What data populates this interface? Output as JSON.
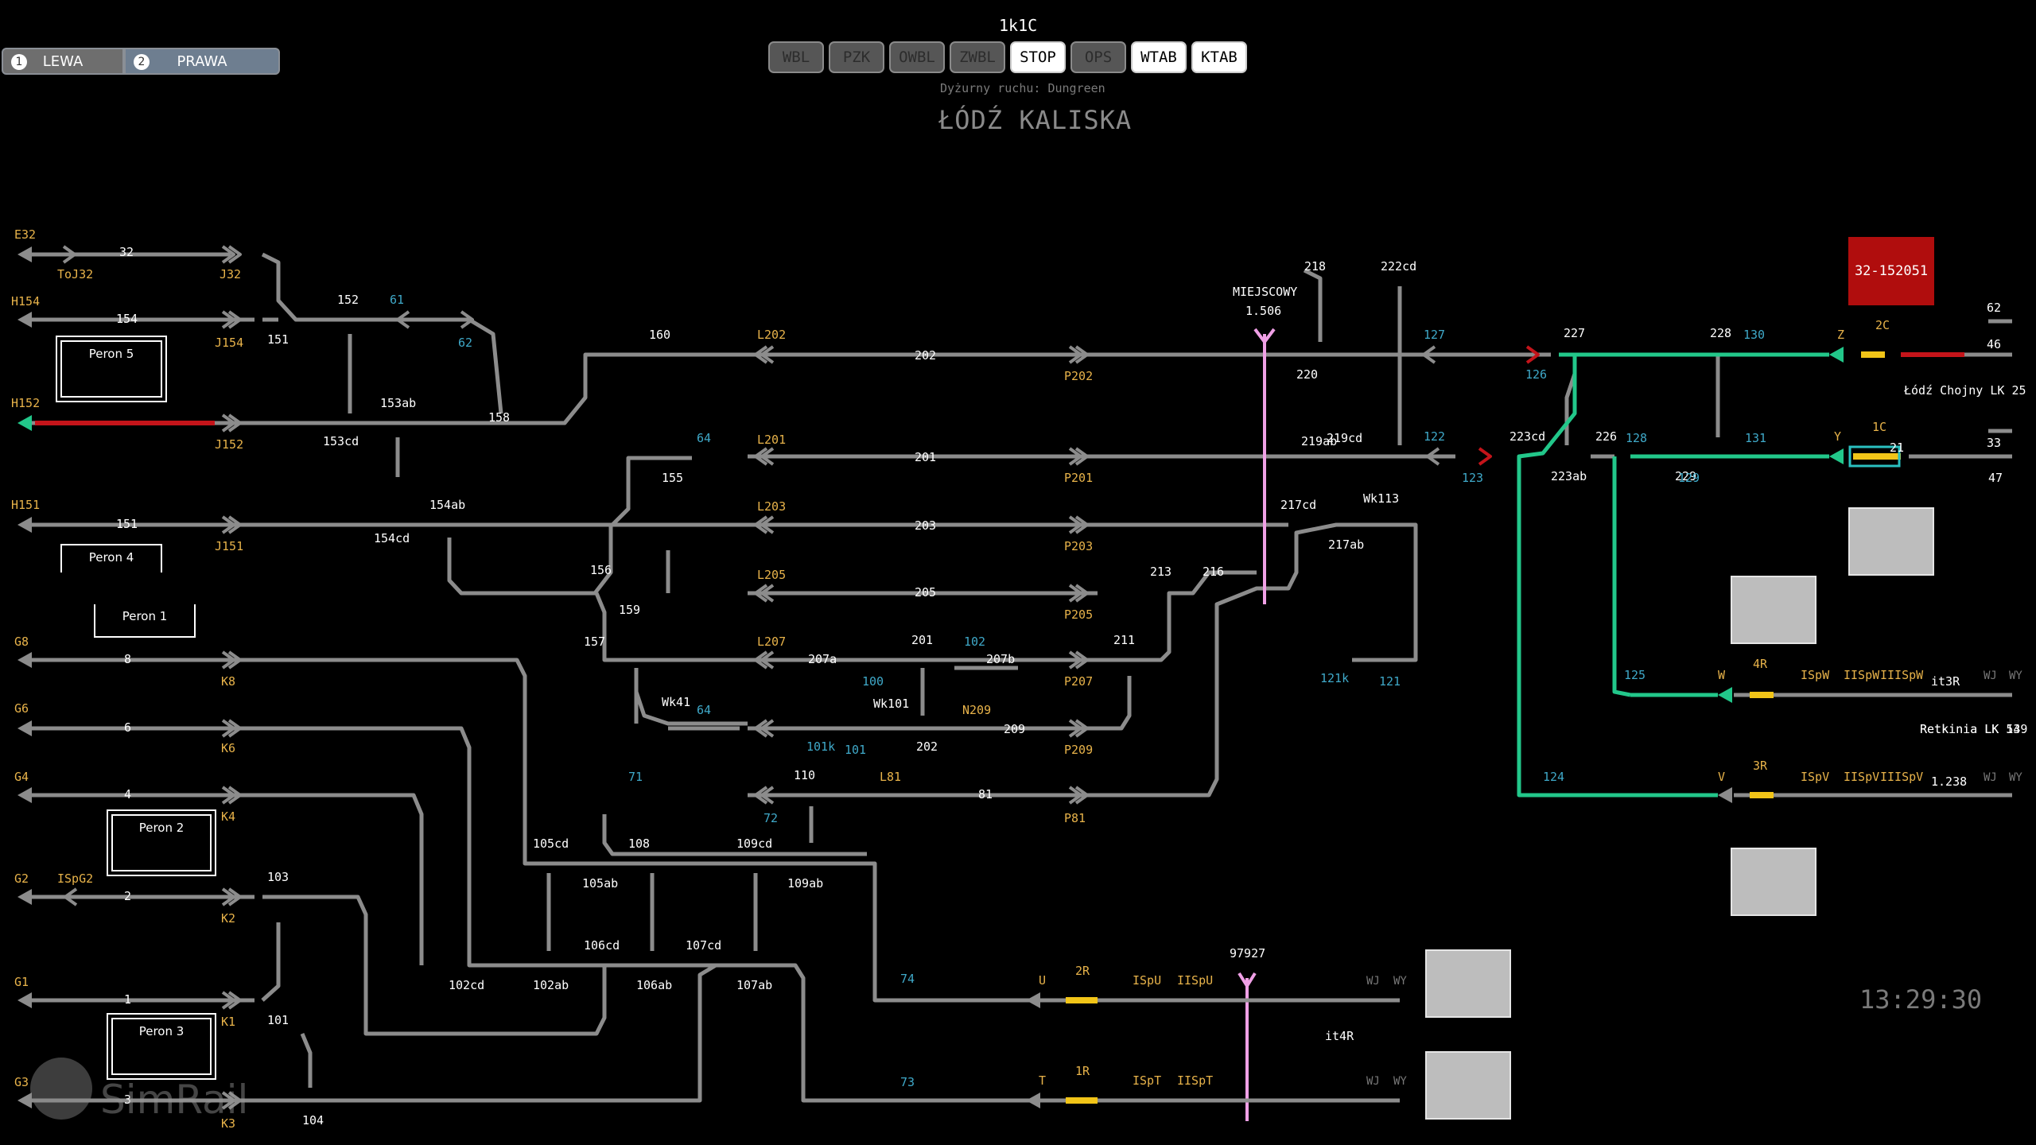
{
  "header": {
    "top_label": "1k1C",
    "dispatcher": "Dyżurny ruchu: Dungreen",
    "station": "ŁÓDŹ KALISKA",
    "clock": "13:29:30"
  },
  "tabs": [
    {
      "num": "1",
      "label": "LEWA"
    },
    {
      "num": "2",
      "label": "PRAWA"
    }
  ],
  "buttons": [
    {
      "label": "WBL",
      "state": "off"
    },
    {
      "label": "PZK",
      "state": "off"
    },
    {
      "label": "OWBL",
      "state": "off"
    },
    {
      "label": "ZWBL",
      "state": "off"
    },
    {
      "label": "STOP",
      "state": "on"
    },
    {
      "label": "OPS",
      "state": "off"
    },
    {
      "label": "WTAB",
      "state": "on"
    },
    {
      "label": "KTAB",
      "state": "on"
    }
  ],
  "train_box": "32-152051",
  "platforms": [
    "Peron 5",
    "Peron 4",
    "Peron 1",
    "Peron 2",
    "Peron 3"
  ],
  "logo": "SimRail",
  "colors": {
    "track": "#8c8c8c",
    "route_green": "#22c78a",
    "occupied_red": "#c4141a",
    "signal_yellow": "#f2c518",
    "label_orange": "#e8b34a",
    "label_blue": "#3fa9c9",
    "crossing_pink": "#f0a0e6",
    "alarm": "#b00d0d"
  },
  "labels": {
    "white": [
      "32",
      "154",
      "151",
      "8",
      "6",
      "4",
      "2",
      "1",
      "3",
      "152",
      "151",
      "153ab",
      "153cd",
      "158",
      "154ab",
      "154cd",
      "160",
      "155",
      "156",
      "159",
      "157",
      "202",
      "201",
      "203",
      "205",
      "207a",
      "201",
      "207b",
      "209",
      "81",
      "218",
      "222cd",
      "220",
      "MIEJSCOWY",
      "1.506",
      "219cd",
      "217cd",
      "219ab",
      "Wk113",
      "217ab",
      "213",
      "216",
      "211",
      "Wk41",
      "Wk101",
      "202",
      "110",
      "105cd",
      "108",
      "109cd",
      "105ab",
      "109ab",
      "103",
      "101",
      "104",
      "106cd",
      "107cd",
      "102cd",
      "102ab",
      "106ab",
      "107ab",
      "227",
      "223cd",
      "226",
      "223ab",
      "228",
      "229",
      "62",
      "46",
      "33",
      "47",
      "21",
      "Łódź Chojny LK 25",
      "Retkinia LK 539",
      "Retkinia LK 14",
      "it4R",
      "it3R",
      "1.238",
      "97927"
    ],
    "orange": [
      "E32",
      "ToJ32",
      "J32",
      "H154",
      "J154",
      "H152",
      "J152",
      "H151",
      "J151",
      "G8",
      "K8",
      "G6",
      "K6",
      "G4",
      "K4",
      "G2",
      "ISpG2",
      "K2",
      "G1",
      "K1",
      "G3",
      "K3",
      "L202",
      "P202",
      "L201",
      "P201",
      "L203",
      "P203",
      "L205",
      "P205",
      "L207",
      "P207",
      "N209",
      "P209",
      "L81",
      "P81",
      "Z",
      "2C",
      "Y",
      "1C",
      "W",
      "4R",
      "ISpW",
      "IISpW",
      "IIISpW",
      "V",
      "3R",
      "ISpV",
      "IISpV",
      "IIISpV",
      "U",
      "2R",
      "ISpU",
      "IISpU",
      "T",
      "1R",
      "ISpT",
      "IISpT"
    ],
    "blue": [
      "61",
      "62",
      "64",
      "102",
      "100",
      "64",
      "101k",
      "101",
      "71",
      "72",
      "74",
      "73",
      "127",
      "126",
      "122",
      "123",
      "128",
      "129",
      "131",
      "130",
      "125",
      "124",
      "121k",
      "121"
    ],
    "grey": [
      "WJ",
      "WY",
      "WJ",
      "WY",
      "WJ",
      "WY",
      "WJ",
      "WY"
    ]
  }
}
